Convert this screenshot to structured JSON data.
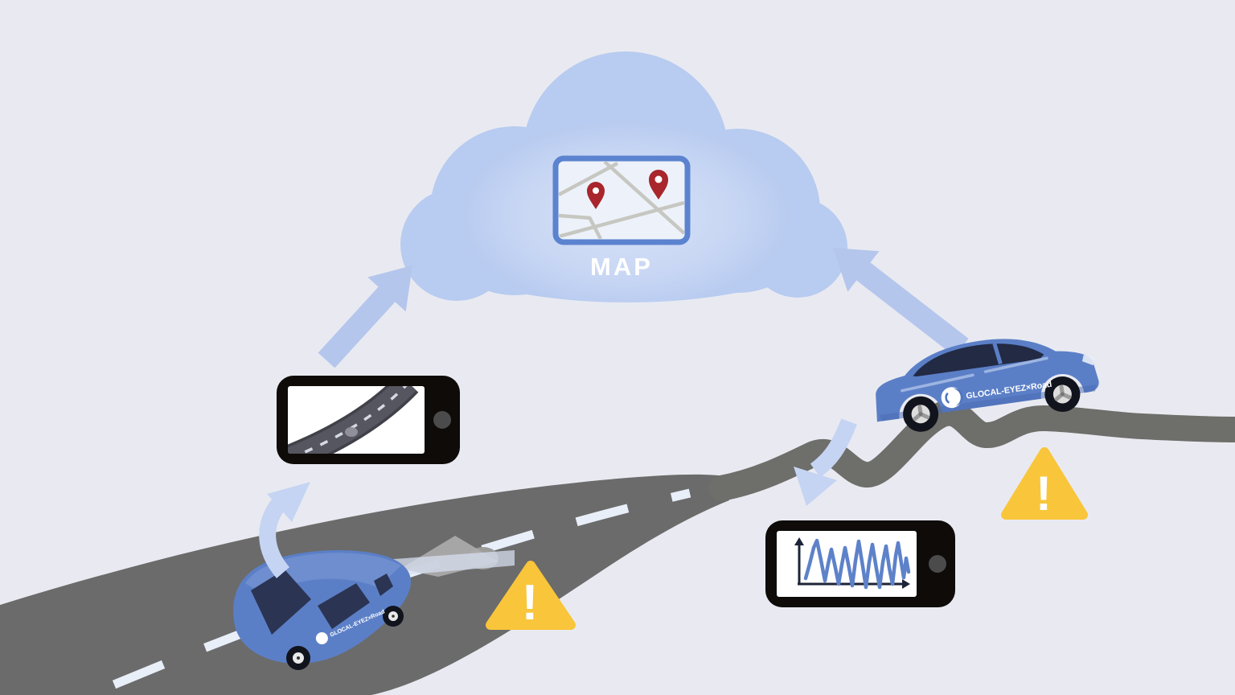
{
  "cloud": {
    "map_label": "MAP"
  },
  "cars": {
    "left": {
      "logo": "GLOCAL-EYEZ×Road"
    },
    "right": {
      "logo": "GLOCAL-EYEZ×Road"
    }
  },
  "warning": {
    "symbol": "!"
  },
  "icons": {
    "cloud": "cloud-icon",
    "map": "map-icon",
    "map_pins": "map-pin-icon",
    "camera_phone": "smartphone-road-photo-icon",
    "sensor_phone": "smartphone-waveform-icon",
    "warning": "warning-triangle-icon",
    "upload_arrows": "arrow-up-icon",
    "capture_arrows": "curved-arrow-icon",
    "pothole": "pothole-shape",
    "logo_mark": "glocal-eyez-logo-mark"
  },
  "colors": {
    "background": "#e9eaf1",
    "cloud": "#b8cbf0",
    "cloud_highlight": "#dbe4f8",
    "arrow": "#b5c6ed",
    "arrow_light": "#c6d4f3",
    "road": "#6b6b6b",
    "rough_road": "#6e6e6a",
    "lane_marking": "#e9eff9",
    "car_body": "#5b7fc7",
    "car_window": "#222a44",
    "warning_yellow": "#f9c53a",
    "pin_red": "#a8262c",
    "map_border": "#5b83cf",
    "waveform_blue": "#5d82c9",
    "phone_body": "#0e0b08"
  }
}
